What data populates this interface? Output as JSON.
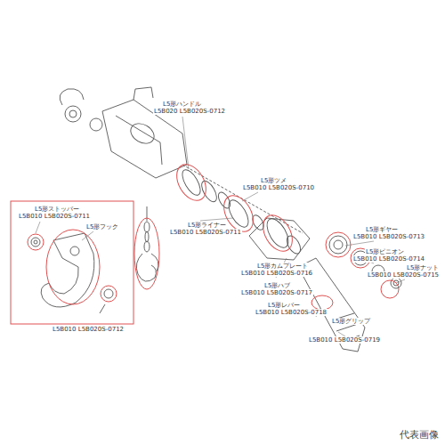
{
  "diagram": {
    "labels": [
      "L5形ハンドル",
      "L5B020 L5B020S-0712",
      "L5形ツメ",
      "L5B010 L5B020S-0710",
      "L5形ライナー",
      "L5B010 L5B020S-0711",
      "L5形ストッパー",
      "L5B010 L5B020S-0711",
      "L5形フック",
      "L5B010 L5B020S-0712",
      "L5形ギヤー",
      "L5B010 L5B020S-0713",
      "L5形ピニオン",
      "L5B010 L5B020S-0714",
      "L5形ナット",
      "L5B010 L5B020S-0715",
      "L5形カムプレート",
      "L5B010 L5B020S-0716",
      "L5形ハブ",
      "L5B010 L5B020S-0717",
      "L5形レバー",
      "L5B010 L5B020S-0718",
      "L5形グリップ",
      "L5B010 L5B020S-0719",
      "代表画像"
    ]
  }
}
